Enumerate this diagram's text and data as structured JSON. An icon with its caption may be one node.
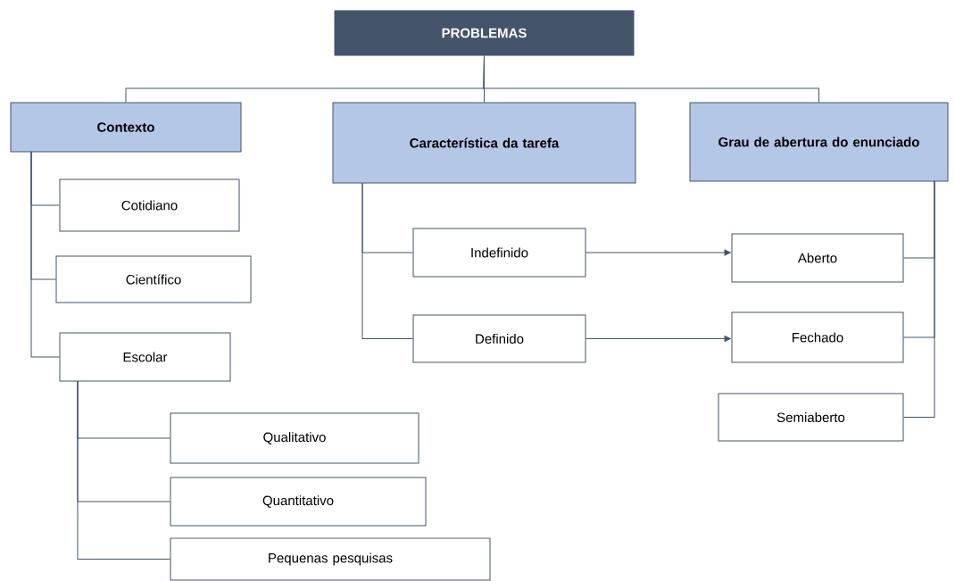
{
  "diagram": {
    "nodes": [
      {
        "text": [
          "PROBLEMAS"
        ]
      },
      {
        "text": [
          "Contexto"
        ]
      },
      {
        "text": [
          "Característica da tarefa"
        ]
      },
      {
        "text": [
          "Grau de abertura do enunciado"
        ]
      },
      {
        "text": [
          "Cotidiano"
        ]
      },
      {
        "text": [
          "Científico"
        ]
      },
      {
        "text": [
          "Escolar"
        ]
      },
      {
        "text": [
          "Qualitativo"
        ]
      },
      {
        "text": [
          "Quantitativo"
        ]
      },
      {
        "text": [
          "Pequenas pesquisas"
        ]
      },
      {
        "text": [
          "Indefinido"
        ]
      },
      {
        "text": [
          "Definido"
        ]
      },
      {
        "text": [
          "Aberto"
        ]
      },
      {
        "text": [
          "Fechado"
        ]
      },
      {
        "text": [
          "Semiaberto"
        ]
      }
    ],
    "edges": [
      {
        "from": 0,
        "to": 1,
        "arrow": "none"
      },
      {
        "from": 0,
        "to": 2,
        "arrow": "none"
      },
      {
        "from": 0,
        "to": 3,
        "arrow": "none"
      },
      {
        "from": 1,
        "to": 4,
        "arrow": "none"
      },
      {
        "from": 1,
        "to": 5,
        "arrow": "none"
      },
      {
        "from": 1,
        "to": 6,
        "arrow": "none"
      },
      {
        "from": 6,
        "to": 7,
        "arrow": "none"
      },
      {
        "from": 6,
        "to": 8,
        "arrow": "none"
      },
      {
        "from": 6,
        "to": 9,
        "arrow": "none"
      },
      {
        "from": 2,
        "to": 10,
        "arrow": "none"
      },
      {
        "from": 2,
        "to": 11,
        "arrow": "none"
      },
      {
        "from": 3,
        "to": 12,
        "arrow": "none"
      },
      {
        "from": 3,
        "to": 13,
        "arrow": "none"
      },
      {
        "from": 3,
        "to": 14,
        "arrow": "none"
      },
      {
        "from": 10,
        "to": 12,
        "arrow": "to"
      },
      {
        "from": 11,
        "to": 13,
        "arrow": "to"
      }
    ]
  }
}
